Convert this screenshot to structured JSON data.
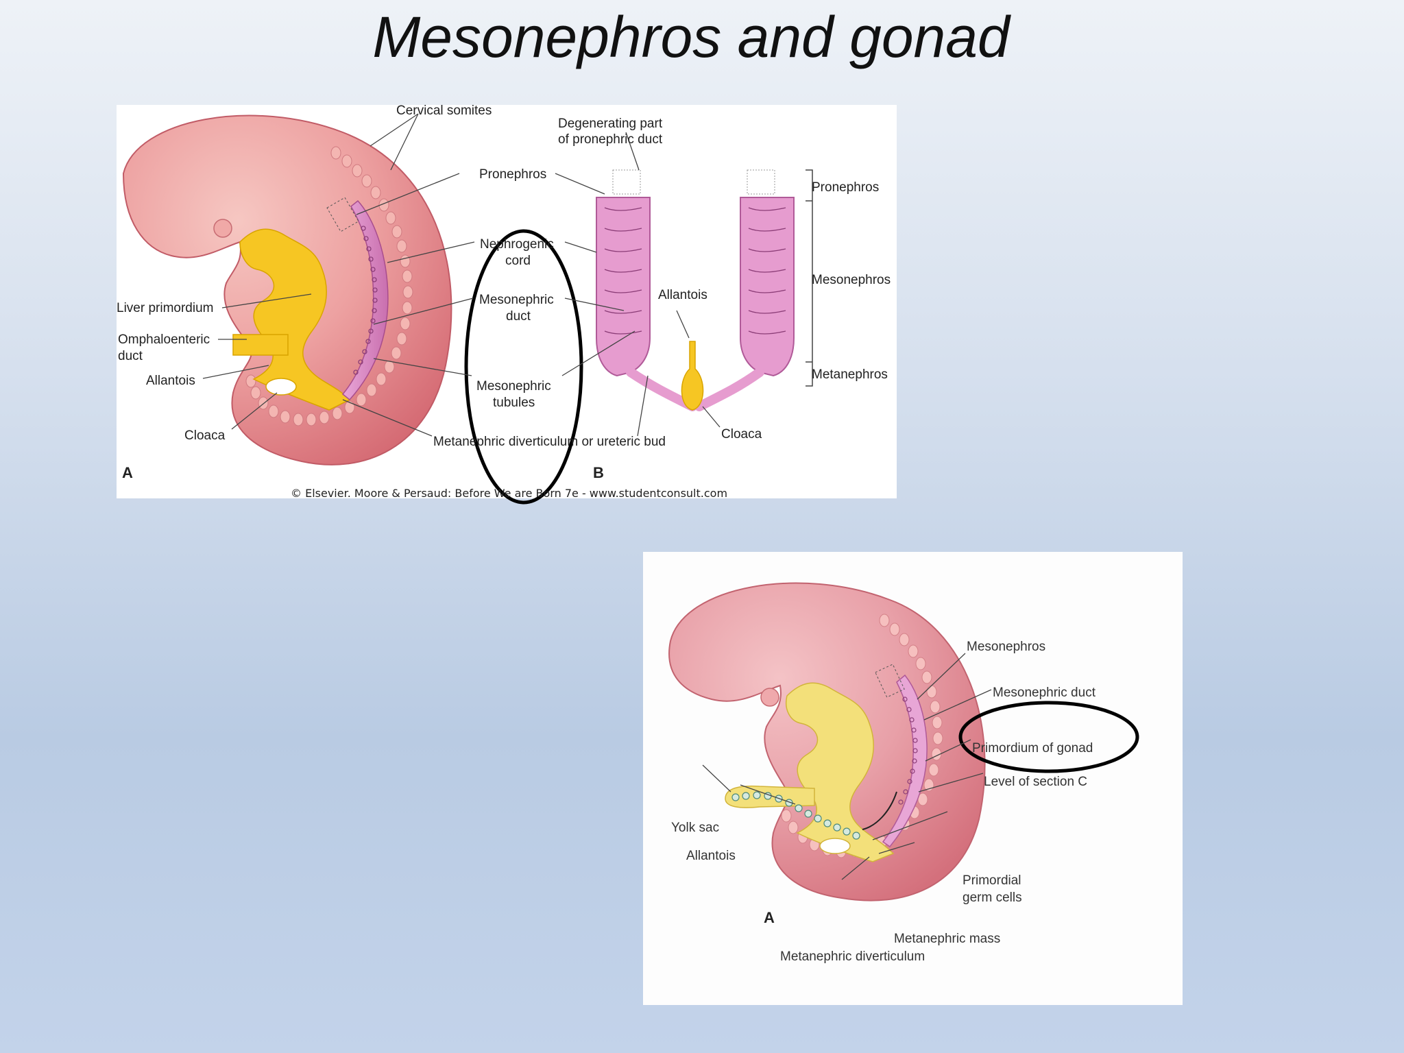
{
  "title": "Mesonephros and gonad",
  "top_figure": {
    "panel_a_letter": "A",
    "panel_b_letter": "B",
    "labels": {
      "cervical_somites": "Cervical somites",
      "degenerating_1": "Degenerating part",
      "degenerating_2": "of pronephric duct",
      "pronephros_center": "Pronephros",
      "nephrogenic_1": "Nephrogenic",
      "nephrogenic_2": "cord",
      "mesonephric_duct_1": "Mesonephric",
      "mesonephric_duct_2": "duct",
      "mesonephric_tubules_1": "Mesonephric",
      "mesonephric_tubules_2": "tubules",
      "liver_primordium": "Liver primordium",
      "omphaloenteric_1": "Omphaloenteric",
      "omphaloenteric_2": "duct",
      "allantois_left": "Allantois",
      "cloaca_left": "Cloaca",
      "metanephric_diverticulum": "Metanephric diverticulum or ureteric bud",
      "allantois_b": "Allantois",
      "cloaca_b": "Cloaca",
      "pronephros_right": "Pronephros",
      "mesonephros_right": "Mesonephros",
      "metanephros_right": "Metanephros"
    },
    "credit": "© Elsevier. Moore & Persaud: Before We are Born 7e - www.studentconsult.com"
  },
  "bottom_figure": {
    "panel_letter": "A",
    "labels": {
      "mesonephros": "Mesonephros",
      "mesonephric_duct": "Mesonephric duct",
      "primordium_of_gonad": "Primordium of gonad",
      "level_of_section": "Level of section C",
      "yolk_sac": "Yolk sac",
      "allantois": "Allantois",
      "primordial_1": "Primordial",
      "primordial_2": "germ cells",
      "metanephric_mass": "Metanephric mass",
      "metanephric_diverticulum": "Metanephric diverticulum"
    }
  },
  "colors": {
    "embryo_pink": "#e58b8f",
    "embryo_light": "#f2b3b0",
    "gut_yellow": "#f6c623",
    "mesonephros_pink": "#d987c3",
    "circle_outline": "#000000"
  }
}
